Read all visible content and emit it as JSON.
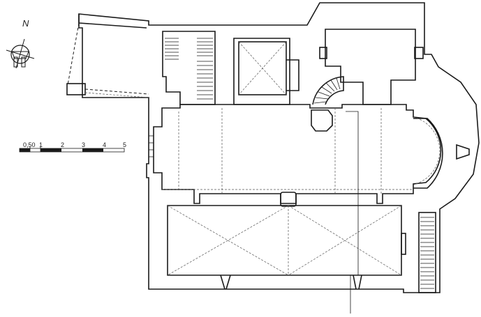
{
  "compass": {
    "north_label": "N",
    "icon": "north-arrow-icon"
  },
  "scale_bar": {
    "icon": "scale-bar-icon",
    "labels": [
      "0,50",
      "1",
      "2",
      "3",
      "4",
      "5"
    ]
  },
  "colors": {
    "line": "#1a1a1a",
    "hidden_line": "#555555",
    "background": "#ffffff"
  }
}
